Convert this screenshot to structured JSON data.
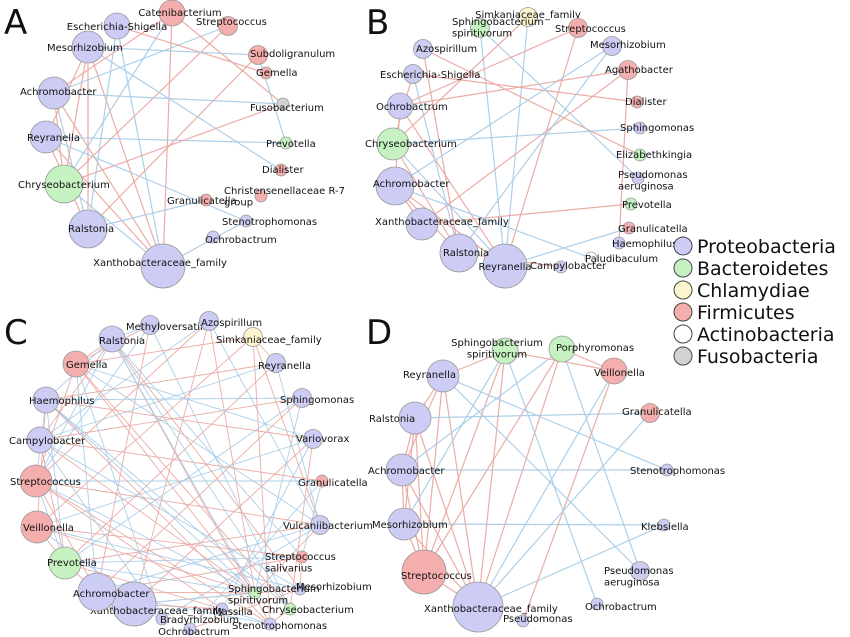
{
  "colors": {
    "Proteobacteria": "#ccccf4",
    "Bacteroidetes": "#c5f2c0",
    "Chlamydiae": "#fbf6cd",
    "Firmicutes": "#f5aeae",
    "Actinobacteria": "#ffffff",
    "Fusobacteria": "#d2d2d2",
    "edge_positive": "#eaa8a0",
    "edge_negative": "#a9cce8",
    "node_stroke": "#999999"
  },
  "legend": [
    {
      "label": "Proteobacteria",
      "phylum": "Proteobacteria"
    },
    {
      "label": "Bacteroidetes",
      "phylum": "Bacteroidetes"
    },
    {
      "label": "Chlamydiae",
      "phylum": "Chlamydiae"
    },
    {
      "label": "Firmicutes",
      "phylum": "Firmicutes"
    },
    {
      "label": "Actinobacteria",
      "phylum": "Actinobacteria"
    },
    {
      "label": "Fusobacteria",
      "phylum": "Fusobacteria"
    }
  ],
  "panels": [
    {
      "letter": "A",
      "nodes": [
        {
          "name": "Escherichia-Shigella",
          "phylum": "Proteobacteria",
          "degree": 2
        },
        {
          "name": "Catenibacterium",
          "phylum": "Firmicutes",
          "degree": 2
        },
        {
          "name": "Streptococcus",
          "phylum": "Firmicutes",
          "degree": 1
        },
        {
          "name": "Subdoligranulum",
          "phylum": "Firmicutes",
          "degree": 1
        },
        {
          "name": "Gemella",
          "phylum": "Firmicutes",
          "degree": 0
        },
        {
          "name": "Fusobacterium",
          "phylum": "Fusobacteria",
          "degree": 0
        },
        {
          "name": "Prevotella",
          "phylum": "Bacteroidetes",
          "degree": 0
        },
        {
          "name": "Dialister",
          "phylum": "Firmicutes",
          "degree": 0
        },
        {
          "name": "Christensenellaceae R-7 group",
          "phylum": "Firmicutes",
          "degree": 0
        },
        {
          "name": "Stenotrophomonas",
          "phylum": "Proteobacteria",
          "degree": 0
        },
        {
          "name": "Ochrobactrum",
          "phylum": "Proteobacteria",
          "degree": 0
        },
        {
          "name": "Granulicatella",
          "phylum": "Firmicutes",
          "degree": 0
        },
        {
          "name": "Xanthobacteraceae_family",
          "phylum": "Proteobacteria",
          "degree": 5
        },
        {
          "name": "Ralstonia",
          "phylum": "Proteobacteria",
          "degree": 4
        },
        {
          "name": "Chryseobacterium",
          "phylum": "Bacteroidetes",
          "degree": 4
        },
        {
          "name": "Reyranella",
          "phylum": "Proteobacteria",
          "degree": 3
        },
        {
          "name": "Achromobacter",
          "phylum": "Proteobacteria",
          "degree": 3
        },
        {
          "name": "Mesorhizobium",
          "phylum": "Proteobacteria",
          "degree": 3
        }
      ]
    },
    {
      "letter": "B",
      "nodes": [
        {
          "name": "Simkaniaceae_family",
          "phylum": "Chlamydiae",
          "degree": 1
        },
        {
          "name": "Streptococcus",
          "phylum": "Firmicutes",
          "degree": 1
        },
        {
          "name": "Mesorhizobium",
          "phylum": "Proteobacteria",
          "degree": 1
        },
        {
          "name": "Agathobacter",
          "phylum": "Firmicutes",
          "degree": 1
        },
        {
          "name": "Dialister",
          "phylum": "Firmicutes",
          "degree": 0
        },
        {
          "name": "Sphingomonas",
          "phylum": "Proteobacteria",
          "degree": 0
        },
        {
          "name": "Elizabethkingia",
          "phylum": "Bacteroidetes",
          "degree": 0
        },
        {
          "name": "Pseudomonas aeruginosa",
          "phylum": "Proteobacteria",
          "degree": 0
        },
        {
          "name": "Prevotella",
          "phylum": "Bacteroidetes",
          "degree": 0
        },
        {
          "name": "Granulicatella",
          "phylum": "Firmicutes",
          "degree": 0
        },
        {
          "name": "Haemophilus",
          "phylum": "Proteobacteria",
          "degree": 0
        },
        {
          "name": "Paludibaculum",
          "phylum": "Actinobacteria",
          "degree": 0
        },
        {
          "name": "Campylobacter",
          "phylum": "Proteobacteria",
          "degree": 0
        },
        {
          "name": "Reyranella",
          "phylum": "Proteobacteria",
          "degree": 5
        },
        {
          "name": "Ralstonia",
          "phylum": "Proteobacteria",
          "degree": 4
        },
        {
          "name": "Xanthobacteraceae_family",
          "phylum": "Proteobacteria",
          "degree": 3
        },
        {
          "name": "Achromobacter",
          "phylum": "Proteobacteria",
          "degree": 4
        },
        {
          "name": "Chryseobacterium",
          "phylum": "Bacteroidetes",
          "degree": 3
        },
        {
          "name": "Ochrobactrum",
          "phylum": "Proteobacteria",
          "degree": 2
        },
        {
          "name": "Escherichia-Shigella",
          "phylum": "Proteobacteria",
          "degree": 1
        },
        {
          "name": "Azospirillum",
          "phylum": "Proteobacteria",
          "degree": 1
        },
        {
          "name": "Sphingobacterium spiritivorum",
          "phylum": "Bacteroidetes",
          "degree": 1
        }
      ]
    },
    {
      "letter": "C",
      "nodes": [
        {
          "name": "Methyloversatilis",
          "phylum": "Proteobacteria",
          "degree": 1
        },
        {
          "name": "Azospirillum",
          "phylum": "Proteobacteria",
          "degree": 1
        },
        {
          "name": "Simkaniaceae_family",
          "phylum": "Chlamydiae",
          "degree": 1
        },
        {
          "name": "Reyranella",
          "phylum": "Proteobacteria",
          "degree": 1
        },
        {
          "name": "Sphingomonas",
          "phylum": "Proteobacteria",
          "degree": 1
        },
        {
          "name": "Variovorax",
          "phylum": "Proteobacteria",
          "degree": 1
        },
        {
          "name": "Granulicatella",
          "phylum": "Firmicutes",
          "degree": 0
        },
        {
          "name": "Vulcaniibacterium",
          "phylum": "Proteobacteria",
          "degree": 1
        },
        {
          "name": "Streptococcus salivarius",
          "phylum": "Firmicutes",
          "degree": 0
        },
        {
          "name": "Mesorhizobium",
          "phylum": "Proteobacteria",
          "degree": 0
        },
        {
          "name": "Chryseobacterium",
          "phylum": "Bacteroidetes",
          "degree": 0
        },
        {
          "name": "Stenotrophomonas",
          "phylum": "Proteobacteria",
          "degree": 0
        },
        {
          "name": "Sphingobacterium spiritivorum",
          "phylum": "Bacteroidetes",
          "degree": 0
        },
        {
          "name": "Massilia",
          "phylum": "Proteobacteria",
          "degree": 0
        },
        {
          "name": "Ochrobactrum",
          "phylum": "Proteobacteria",
          "degree": 0
        },
        {
          "name": "Bradyrhizobium",
          "phylum": "Proteobacteria",
          "degree": 0
        },
        {
          "name": "Xanthobacteraceae_family",
          "phylum": "Proteobacteria",
          "degree": 5
        },
        {
          "name": "Achromobacter",
          "phylum": "Proteobacteria",
          "degree": 4
        },
        {
          "name": "Prevotella",
          "phylum": "Bacteroidetes",
          "degree": 3
        },
        {
          "name": "Veillonella",
          "phylum": "Firmicutes",
          "degree": 3
        },
        {
          "name": "Streptococcus",
          "phylum": "Firmicutes",
          "degree": 3
        },
        {
          "name": "Campylobacter",
          "phylum": "Proteobacteria",
          "degree": 2
        },
        {
          "name": "Haemophilus",
          "phylum": "Proteobacteria",
          "degree": 2
        },
        {
          "name": "Gemella",
          "phylum": "Firmicutes",
          "degree": 2
        },
        {
          "name": "Ralstonia",
          "phylum": "Proteobacteria",
          "degree": 2
        }
      ]
    },
    {
      "letter": "D",
      "nodes": [
        {
          "name": "Sphingobacterium spiritivorum",
          "phylum": "Bacteroidetes",
          "degree": 2
        },
        {
          "name": "Porphyromonas",
          "phylum": "Bacteroidetes",
          "degree": 2
        },
        {
          "name": "Veillonella",
          "phylum": "Firmicutes",
          "degree": 2
        },
        {
          "name": "Granulicatella",
          "phylum": "Firmicutes",
          "degree": 1
        },
        {
          "name": "Stenotrophomonas",
          "phylum": "Proteobacteria",
          "degree": 0
        },
        {
          "name": "Klebsiella",
          "phylum": "Proteobacteria",
          "degree": 0
        },
        {
          "name": "Pseudomonas aeruginosa",
          "phylum": "Proteobacteria",
          "degree": 1
        },
        {
          "name": "Ochrobactrum",
          "phylum": "Proteobacteria",
          "degree": 0
        },
        {
          "name": "Pseudomonas",
          "phylum": "Proteobacteria",
          "degree": 0
        },
        {
          "name": "Xanthobacteraceae_family",
          "phylum": "Proteobacteria",
          "degree": 6
        },
        {
          "name": "Streptococcus",
          "phylum": "Firmicutes",
          "degree": 5
        },
        {
          "name": "Mesorhizobium",
          "phylum": "Proteobacteria",
          "degree": 3
        },
        {
          "name": "Achromobacter",
          "phylum": "Proteobacteria",
          "degree": 3
        },
        {
          "name": "Ralstonia",
          "phylum": "Proteobacteria",
          "degree": 3
        },
        {
          "name": "Reyranella",
          "phylum": "Proteobacteria",
          "degree": 3
        }
      ]
    }
  ]
}
